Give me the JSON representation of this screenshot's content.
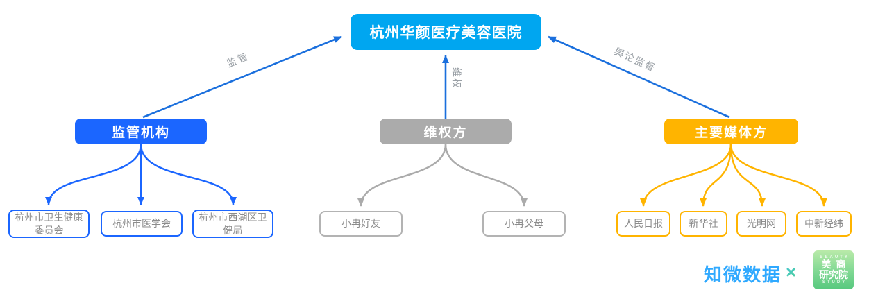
{
  "diagram": {
    "root": {
      "label": "杭州华颜医疗美容医院",
      "color": "#00a6f0"
    },
    "edge_labels": {
      "left": "监管",
      "middle": "维权",
      "right": "舆论监督"
    },
    "groups": [
      {
        "label": "监管机构",
        "color": "#1b66ff",
        "children": [
          {
            "label": "杭州市卫生健康委员会"
          },
          {
            "label": "杭州市医学会"
          },
          {
            "label": "杭州市西湖区卫健局"
          }
        ]
      },
      {
        "label": "维权方",
        "color": "#ababab",
        "children": [
          {
            "label": "小冉好友"
          },
          {
            "label": "小冉父母"
          }
        ]
      },
      {
        "label": "主要媒体方",
        "color": "#ffb400",
        "children": [
          {
            "label": "人民日报"
          },
          {
            "label": "新华社"
          },
          {
            "label": "光明网"
          },
          {
            "label": "中新经纬"
          }
        ]
      }
    ]
  },
  "footer": {
    "brand_left": "知微数据",
    "separator": "×",
    "brand_right": {
      "caption_top": "BEAUTY",
      "line1": "美商",
      "line2": "研究院",
      "caption_bottom": "STUDY"
    }
  },
  "colors": {
    "root_fill": "#00a6f0",
    "regulator_blue": "#1b66ff",
    "rights_gray": "#ababab",
    "media_yellow": "#ffb400",
    "root_edge_blue": "#1a6fdd",
    "leaf_text_gray": "#8c8c8c",
    "edge_label_gray": "#9aa0a6",
    "brand_blue": "#2fa9ff",
    "logo_green_top": "#b9eaa9",
    "logo_green_bottom": "#57c87e"
  }
}
